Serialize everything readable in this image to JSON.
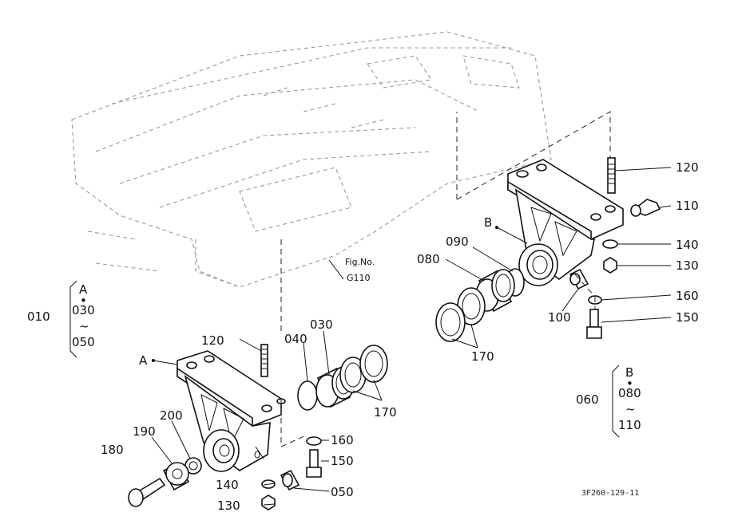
{
  "figure_reference": {
    "line1": "Fig.No.",
    "line2": "G110"
  },
  "drawing_code": "3F260-129-11",
  "group_010": {
    "ref": "010",
    "assembly": "A",
    "dot": "•",
    "range_start": "030",
    "tilde": "~",
    "range_end": "050"
  },
  "group_060": {
    "ref": "060",
    "assembly": "B",
    "dot": "•",
    "range_start": "080",
    "tilde": "~",
    "range_end": "110"
  },
  "assembly_labels": {
    "a": "A",
    "b": "B"
  },
  "left_callouts": {
    "p120": "120",
    "p040": "040",
    "p030": "030",
    "p170": "170",
    "p200": "200",
    "p190": "190",
    "p180": "180",
    "p160": "160",
    "p150": "150",
    "p140": "140",
    "p130": "130",
    "p050": "050"
  },
  "right_callouts": {
    "p120": "120",
    "p110": "110",
    "p140": "140",
    "p130": "130",
    "p160": "160",
    "p150": "150",
    "p100": "100",
    "p090": "090",
    "p080": "080",
    "p170": "170"
  }
}
